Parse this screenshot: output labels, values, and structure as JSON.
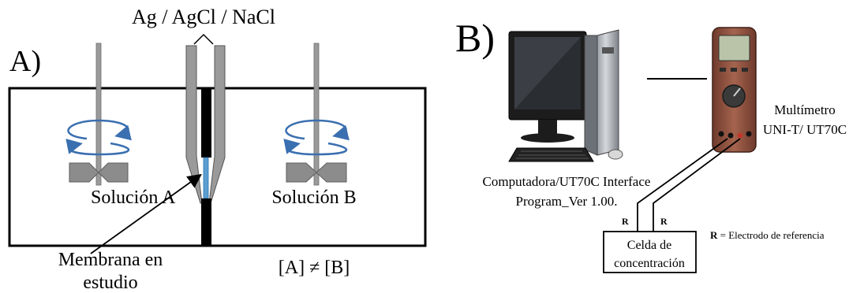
{
  "panel_a": {
    "letter": "A)",
    "electrode_label": "Ag / AgCl / NaCl",
    "left_solution": "Solución A",
    "right_solution": "Solución B",
    "membrane_line1": "Membrana en",
    "membrane_line2": "estudio",
    "concentration_note": "[A] ≠ [B]",
    "colors": {
      "stirrer_arrow": "#3a6fb0",
      "membrane": "#5a9fd4",
      "rod": "#9a9a9a",
      "impeller": "#8c8c8c"
    }
  },
  "panel_b": {
    "letter": "B)",
    "computer_line1": "Computadora/UT70C Interface",
    "computer_line2": "Program_Ver 1.00.",
    "multimeter_line1": "Multímetro",
    "multimeter_line2": "UNI-T/ UT70C",
    "cell_line1": "Celda de",
    "cell_line2": "concentración",
    "electrode_r_left": "R",
    "electrode_r_right": "R",
    "legend_key": "R",
    "legend_text": " = Electrodo de referencia",
    "colors": {
      "multimeter_body": "#8a4f3c",
      "multimeter_screen": "#b9c4a8"
    }
  }
}
